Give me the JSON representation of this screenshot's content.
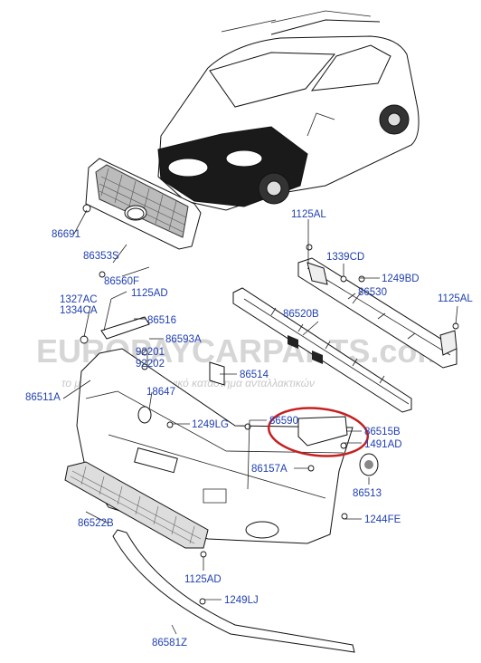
{
  "watermark": {
    "brand": "EUROPAYCARPARTS.com",
    "tagline": "το μεγαλύτερο ηλεκτρονικό κατάστημα ανταλλακτικών"
  },
  "labels": {
    "p86691": "86691",
    "p86353S": "86353S",
    "p86560F": "86560F",
    "p1327AC": "1327AC",
    "p1334CA": "1334CA",
    "p1125AD_top": "1125AD",
    "p86516": "86516",
    "p86593A": "86593A",
    "p92201": "92201",
    "p92202": "92202",
    "p86514": "86514",
    "p18647": "18647",
    "p86511A": "86511A",
    "p1249LG": "1249LG",
    "p86590": "86590",
    "p1125AL_top": "1125AL",
    "p1339CD": "1339CD",
    "p1249BD": "1249BD",
    "p86530": "86530",
    "p1125AL_right": "1125AL",
    "p86520B": "86520B",
    "p86515B": "86515B",
    "p1491AD": "1491AD",
    "p86157A": "86157A",
    "p86513": "86513",
    "p86522B": "86522B",
    "p1244FE": "1244FE",
    "p1125AD_bottom": "1125AD",
    "p1249LJ": "1249LJ",
    "p86581Z": "86581Z"
  }
}
